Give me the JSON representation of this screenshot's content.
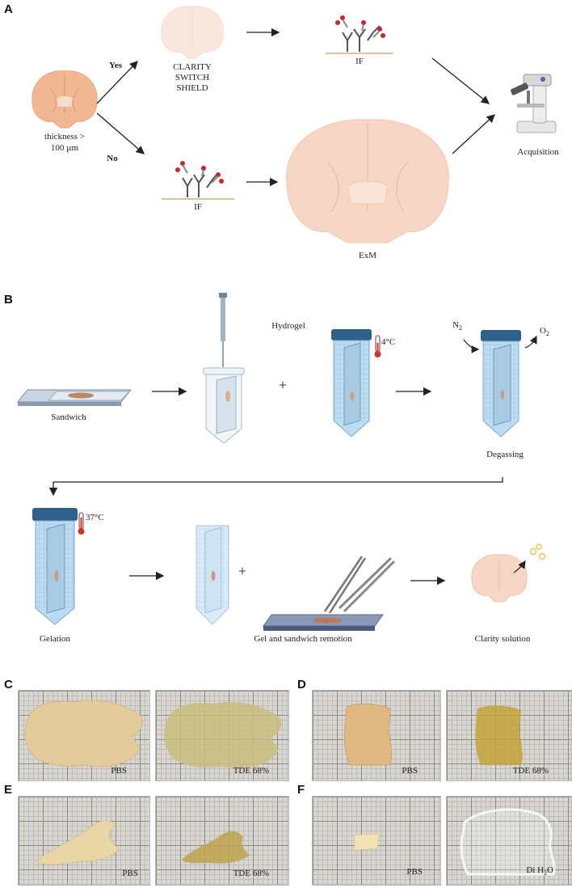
{
  "panels": {
    "a": {
      "letter": "A",
      "yes": "Yes",
      "no": "No",
      "thickness_line1": "thickness >",
      "thickness_line2": "100 µm",
      "clarity_line1": "CLARITY",
      "clarity_line2": "SWITCH",
      "clarity_line3": "SHIELD",
      "if_top": "IF",
      "if_bottom": "IF",
      "exm": "ExM",
      "acquisition": "Acquisition"
    },
    "b": {
      "letter": "B",
      "sandwich": "Sandwich",
      "hydrogel": "Hydrogel",
      "temp_cold": "4°C",
      "n2": "N",
      "n2_sub": "2",
      "o2": "O",
      "o2_sub": "2",
      "degassing": "Degassing",
      "temp_warm": "37°C",
      "gelation": "Gelation",
      "removal": "Gel and sandwich remotion",
      "clarity_solution": "Clarity solution",
      "plus1": "+",
      "plus2": "+"
    },
    "c": {
      "letter": "C",
      "left": "PBS",
      "right": "TDE 68%"
    },
    "d": {
      "letter": "D",
      "left": "PBS",
      "right": "TDE 68%"
    },
    "e": {
      "letter": "E",
      "left": "PBS",
      "right": "TDE 68%"
    },
    "f": {
      "letter": "F",
      "left": "PBS",
      "right_main": "Di H",
      "right_sub": "2",
      "right_tail": "O"
    }
  },
  "colors": {
    "brain": "#f6d7c5",
    "brain_dark": "#f0b892",
    "tube_blue": "#bcdcf2",
    "cap_blue": "#2f5f8a",
    "tissue": "#e3c59a",
    "tissue_tde": "#b9a45c"
  }
}
